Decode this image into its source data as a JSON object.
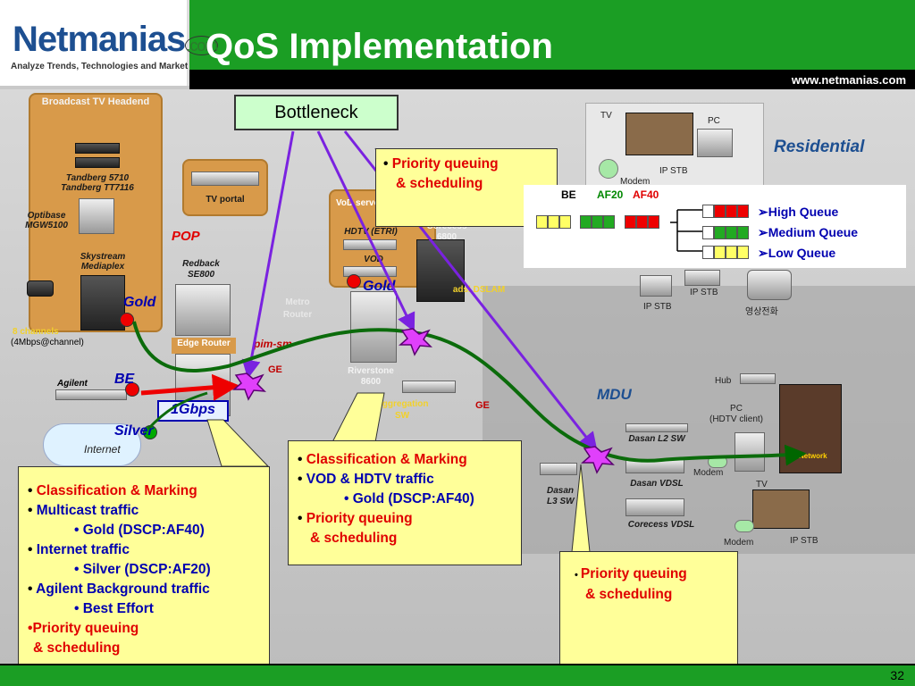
{
  "header": {
    "logo_main": "Netmanias",
    "logo_suffix": ".com",
    "logo_tagline": "Analyze Trends, Technologies and Market",
    "title": "QoS Implementation",
    "website": "www.netmanias.com"
  },
  "bottleneck": "Bottleneck",
  "headend": {
    "title": "Broadcast TV Headend",
    "tandberg": "Tandberg 5710\nTandberg TT7116",
    "optibase": "Optibase MGW5100",
    "skystream": "Skystream Mediaplex",
    "channels": "8 channels",
    "channels_rate": "(4Mbps@channel)"
  },
  "tv_portal": "TV portal",
  "vod_server": {
    "title": "VoD server",
    "hdtv": "HDTV (ETRI)",
    "vod": "VOD"
  },
  "pop_label": "POP",
  "redback": "Redback SE800",
  "edge_router": "Edge Router",
  "metro_router": "Metro Router",
  "pim_sm": "pim-sm",
  "ge_1": "GE",
  "ge_2": "GE",
  "riverstone": "Riverstone\n8600",
  "aggregation": "Aggregation SW",
  "corecess_top": "Corecess\n6800",
  "adsl_dslam": "adsl DSLAM",
  "agilent": "Agilent",
  "internet": "Internet",
  "labels": {
    "gold_1": "Gold",
    "gold_2": "Gold",
    "be": "BE",
    "silver": "Silver",
    "speed": "1Gbps"
  },
  "residential": {
    "title": "Residential",
    "tv": "TV",
    "pc": "PC",
    "ip_stb_1": "IP STB",
    "modem": "Modem",
    "ip_stb_2": "IP STB",
    "ip_stb_3": "IP STB",
    "phone": "영상전화"
  },
  "mdu": {
    "title": "MDU",
    "hub": "Hub",
    "pc": "PC\n(HDTV client)",
    "dasan_l2": "Dasan L2 SW",
    "dasan_l3": "Dasan\nL3 SW",
    "dasan_vdsl": "Dasan VDSL",
    "corecess_vdsl": "Corecess VDSL",
    "modem_1": "Modem",
    "modem_2": "Modem",
    "ip_stb": "IP STB",
    "tv": "TV",
    "network_brand": "Network"
  },
  "legend": {
    "be": "BE",
    "af20": "AF20",
    "af40": "AF40",
    "high": "High Queue",
    "medium": "Medium Queue",
    "low": "Low Queue"
  },
  "callout_top": {
    "l1": "Priority queuing",
    "l2": "& scheduling"
  },
  "callout_left": {
    "l1": "Classification & Marking",
    "l2": "Multicast traffic",
    "l3": "• Gold (DSCP:AF40)",
    "l4": "Internet traffic",
    "l5": "• Silver (DSCP:AF20)",
    "l6": "Agilent Background traffic",
    "l7": "• Best Effort",
    "l8": "Priority queuing",
    "l9": "& scheduling"
  },
  "callout_mid": {
    "l1": "Classification & Marking",
    "l2": "VOD & HDTV traffic",
    "l3": "• Gold (DSCP:AF40)",
    "l4": "Priority queuing",
    "l5": "& scheduling"
  },
  "callout_right": {
    "l1": "Priority queuing",
    "l2": "& scheduling"
  },
  "page_number": "32",
  "colors": {
    "header_green": "#1b9e24",
    "callout_yellow": "#ffff99",
    "accent_red": "#e00000",
    "accent_blue": "#0000b0"
  }
}
